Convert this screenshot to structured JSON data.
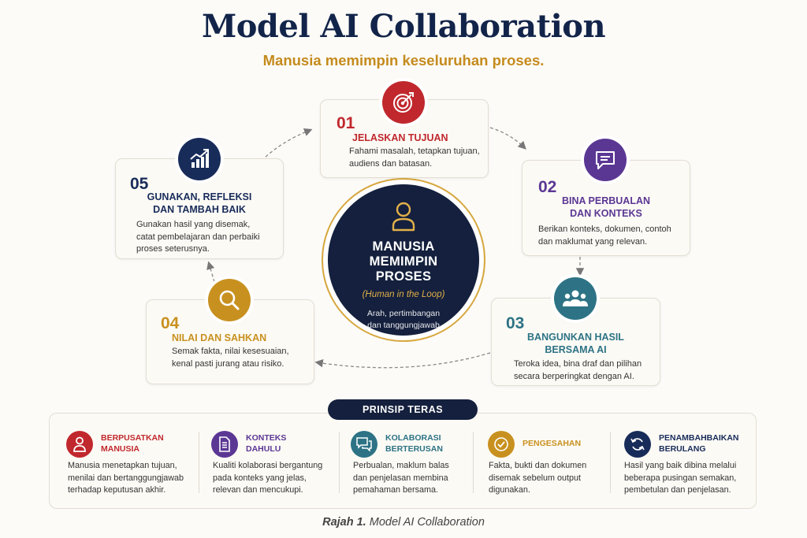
{
  "title": "Model AI Collaboration",
  "subtitle": "Manusia memimpin keseluruhan proses.",
  "center": {
    "title_lines": [
      "MANUSIA",
      "MEMIMPIN",
      "PROSES"
    ],
    "subtitle": "(Human in the Loop)",
    "desc_lines": [
      "Arah, pertimbangan",
      "dan tanggungjawab"
    ],
    "icon": "person-icon"
  },
  "steps": [
    {
      "num": "01",
      "title_lines": [
        "JELASKAN TUJUAN"
      ],
      "desc_lines": [
        "Fahami masalah, tetapkan tujuan,",
        "audiens dan batasan."
      ],
      "icon": "target-icon",
      "color": "#c0282d"
    },
    {
      "num": "02",
      "title_lines": [
        "BINA PERBUALAN",
        "DAN KONTEKS"
      ],
      "desc_lines": [
        "Berikan konteks, dokumen, contoh",
        "dan maklumat yang relevan."
      ],
      "icon": "chat-icon",
      "color": "#5b3794"
    },
    {
      "num": "03",
      "title_lines": [
        "BANGUNKAN HASIL",
        "BERSAMA AI"
      ],
      "desc_lines": [
        "Teroka idea, bina draf dan pilihan",
        "secara berperingkat dengan AI."
      ],
      "icon": "team-icon",
      "color": "#2d7385"
    },
    {
      "num": "04",
      "title_lines": [
        "NILAI DAN SAHKAN"
      ],
      "desc_lines": [
        "Semak fakta, nilai kesesuaian,",
        "kenal pasti jurang atau risiko."
      ],
      "icon": "magnifier-icon",
      "color": "#c8911f"
    },
    {
      "num": "05",
      "title_lines": [
        "GUNAKAN, REFLEKSI",
        "DAN TAMBAH BAIK"
      ],
      "desc_lines": [
        "Gunakan hasil yang disemak,",
        "catat pembelajaran dan perbaiki",
        "proses seterusnya."
      ],
      "icon": "growth-chart-icon",
      "color": "#182c5a"
    }
  ],
  "principles": {
    "heading": "PRINSIP TERAS",
    "items": [
      {
        "title_lines": [
          "BERPUSATKAN",
          "MANUSIA"
        ],
        "desc_lines": [
          "Manusia menetapkan tujuan,",
          "menilai dan bertanggungjawab",
          "terhadap keputusan akhir."
        ],
        "icon": "person-icon",
        "color": "#c0282d"
      },
      {
        "title_lines": [
          "KONTEKS",
          "DAHULU"
        ],
        "desc_lines": [
          "Kualiti kolaborasi bergantung",
          "pada konteks yang jelas,",
          "relevan dan mencukupi."
        ],
        "icon": "document-icon",
        "color": "#5b3794"
      },
      {
        "title_lines": [
          "KOLABORASI",
          "BERTERUSAN"
        ],
        "desc_lines": [
          "Perbualan, maklum balas",
          "dan penjelasan membina",
          "pemahaman bersama."
        ],
        "icon": "chat-icon",
        "color": "#2d7385"
      },
      {
        "title_lines": [
          "PENGESAHAN"
        ],
        "desc_lines": [
          "Fakta, bukti dan dokumen",
          "disemak sebelum output",
          "digunakan."
        ],
        "icon": "check-circle-icon",
        "color": "#c8911f"
      },
      {
        "title_lines": [
          "PENAMBAHBAIKAN",
          "BERULANG"
        ],
        "desc_lines": [
          "Hasil yang baik dibina melalui",
          "beberapa pusingan semakan,",
          "pembetulan dan penjelasan."
        ],
        "icon": "refresh-icon",
        "color": "#182c5a"
      }
    ]
  },
  "caption": {
    "label": "Rajah 1.",
    "text": "Model AI Collaboration"
  }
}
